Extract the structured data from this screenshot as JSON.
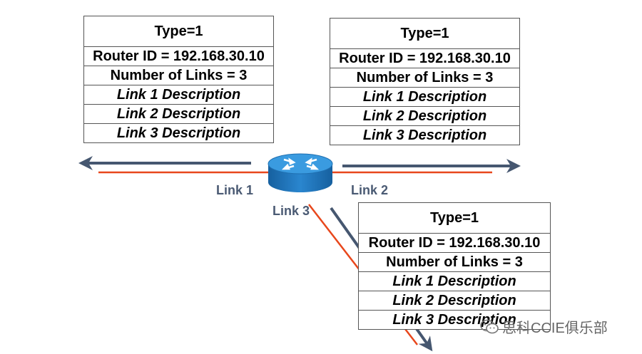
{
  "lsas": [
    {
      "type": "Type=1",
      "router_id": "Router ID = 192.168.30.10",
      "num_links": "Number of Links = 3",
      "links": [
        "Link 1 Description",
        "Link 2 Description",
        "Link 3 Description"
      ]
    },
    {
      "type": "Type=1",
      "router_id": "Router ID = 192.168.30.10",
      "num_links": "Number of Links = 3",
      "links": [
        "Link 1 Description",
        "Link 2 Description",
        "Link 3 Description"
      ]
    },
    {
      "type": "Type=1",
      "router_id": "Router ID = 192.168.30.10",
      "num_links": "Number of Links = 3",
      "links": [
        "Link 1 Description",
        "Link 2 Description",
        "Link 3 Description"
      ]
    }
  ],
  "link_labels": {
    "link1": "Link 1",
    "link2": "Link 2",
    "link3": "Link 3"
  },
  "watermark": "思科CCIE俱乐部",
  "colors": {
    "arrow": "#465770",
    "link_line": "#e8471c",
    "router_body": "#1f78c0",
    "router_top": "#3a9be0"
  },
  "icons": {
    "router": "router-icon",
    "watermark": "wechat-icon"
  }
}
